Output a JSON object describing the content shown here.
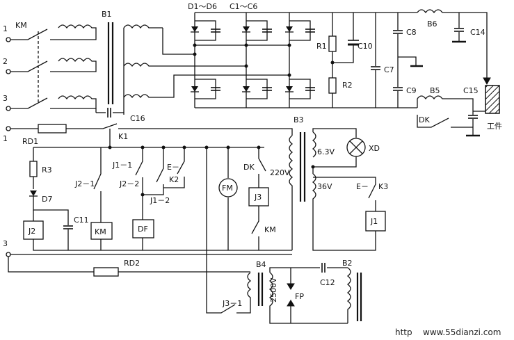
{
  "terminals": {
    "t1_top": "1",
    "t2_top": "2",
    "t3_top": "3",
    "t1_mid": "1",
    "t3_bottom": "3"
  },
  "labels": {
    "km_main": "KM",
    "b1": "B1",
    "d1_d6": "D1～D6",
    "c1_c6": "C1～C6",
    "r1": "R1",
    "c10": "C10",
    "r2": "R2",
    "c7": "C7",
    "c8": "C8",
    "c9": "C9",
    "b6": "B6",
    "c14": "C14",
    "b5": "B5",
    "c15": "C15",
    "dk_top": "DK",
    "workpiece": "工件",
    "c16": "C16",
    "rd1": "RD1",
    "k1": "K1",
    "b3": "B3",
    "v63": "6.3V",
    "xd": "XD",
    "r3": "R3",
    "j11": "J1－1",
    "ek2": "E－",
    "k2": "K2",
    "dk_mid": "DK",
    "v220": "220V",
    "d7": "D7",
    "j21": "J2－1",
    "j22": "J2－2",
    "j12": "J1－2",
    "fm": "FM",
    "j3": "J3",
    "v36": "36V",
    "ek3": "E－",
    "k3": "K3",
    "j1": "J1",
    "c11": "C11",
    "j2": "J2",
    "km_coil": "KM",
    "df": "DF",
    "km_contact": "KM",
    "rd2": "RD2",
    "b4": "B4",
    "b2": "B2",
    "c12": "C12",
    "v2500": "2500V",
    "fp": "FP",
    "j31": "J3－1",
    "watermark": "www.55dianzi.com",
    "watermark_prefix": "http"
  }
}
